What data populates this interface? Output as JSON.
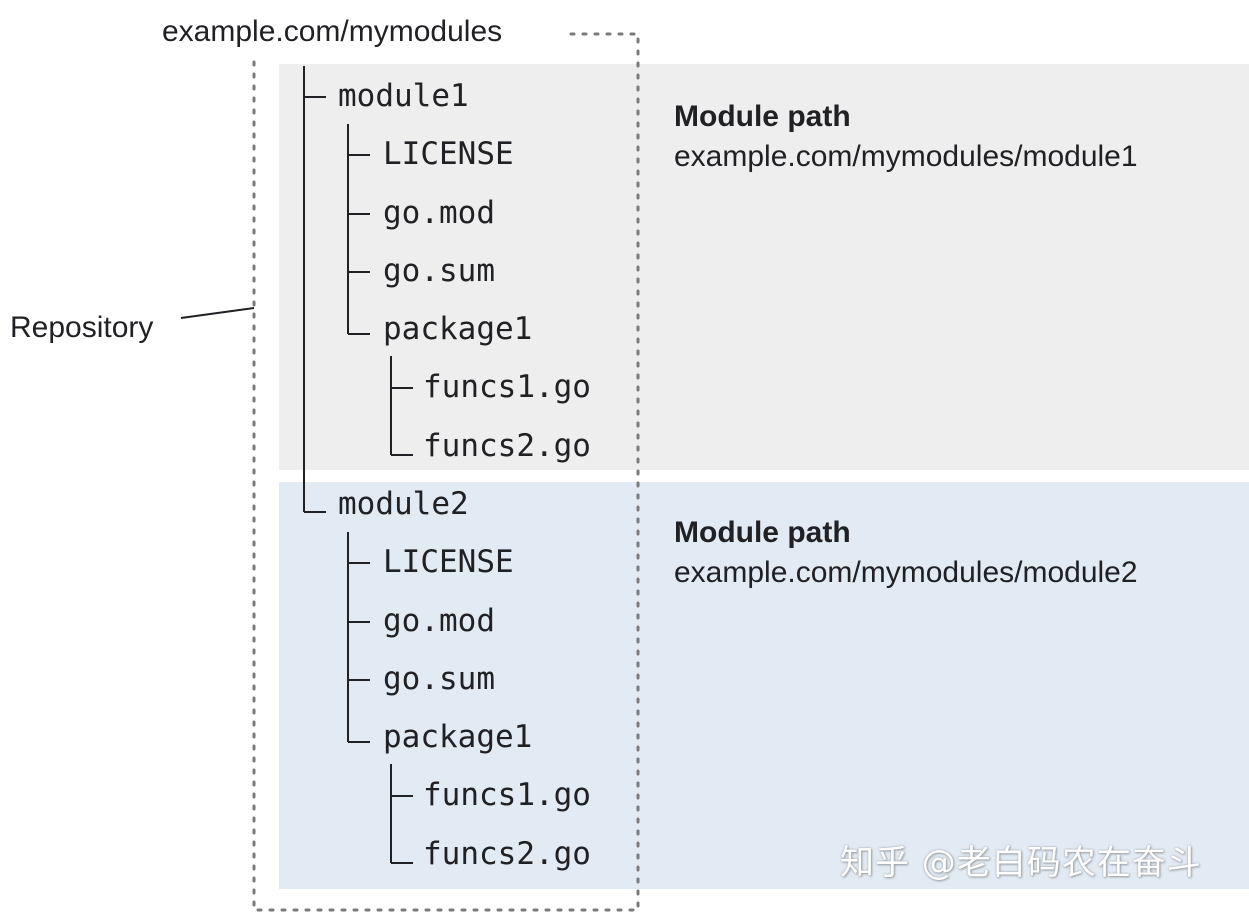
{
  "repository_host": "example.com/mymodules",
  "repository_label": "Repository",
  "modules": [
    {
      "name": "module1",
      "path_heading": "Module path",
      "path": "example.com/mymodules/module1",
      "files": [
        "LICENSE",
        "go.mod",
        "go.sum"
      ],
      "package": {
        "name": "package1",
        "files": [
          "funcs1.go",
          "funcs2.go"
        ]
      }
    },
    {
      "name": "module2",
      "path_heading": "Module path",
      "path": "example.com/mymodules/module2",
      "files": [
        "LICENSE",
        "go.mod",
        "go.sum"
      ],
      "package": {
        "name": "package1",
        "files": [
          "funcs1.go",
          "funcs2.go"
        ]
      }
    }
  ],
  "watermark": "知乎 @老白码农在奋斗",
  "colors": {
    "module1_background": "#eeeeee",
    "module2_background": "#e2eaf4",
    "line": "#202124",
    "dotted_border": "#7a7a7a"
  }
}
